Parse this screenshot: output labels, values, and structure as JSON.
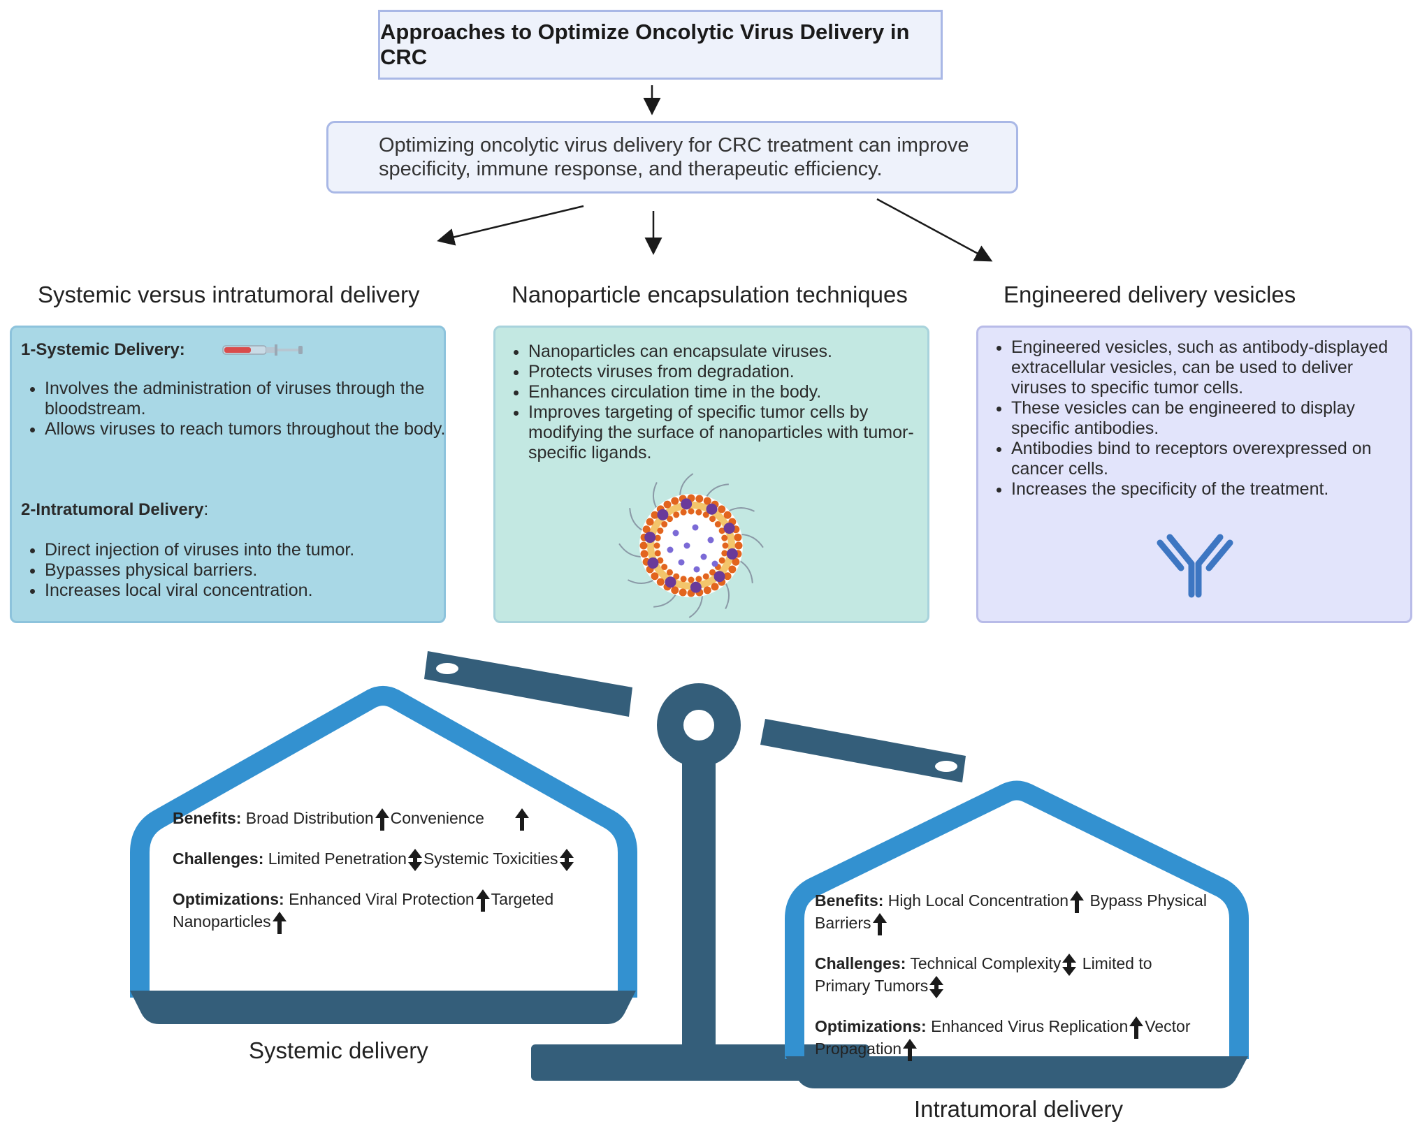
{
  "title": "Approaches to Optimize Oncolytic Virus Delivery in CRC",
  "summary": {
    "line1": "Optimizing oncolytic virus delivery for CRC treatment can improve",
    "line2": "specificity, immune response, and therapeutic efficiency."
  },
  "columns": {
    "systemic_vs_intratumoral": {
      "heading": "Systemic versus intratumoral delivery",
      "systemic_title": "1-Systemic Delivery:",
      "systemic_items": [
        "Involves the administration of viruses through the bloodstream.",
        "Allows viruses to reach tumors throughout the body."
      ],
      "intratumoral_title": "2-Intratumoral Delivery",
      "intratumoral_colon": ":",
      "intratumoral_items": [
        "Direct injection of viruses into the tumor.",
        "Bypasses physical barriers.",
        "Increases local viral concentration."
      ]
    },
    "nanoparticle": {
      "heading": "Nanoparticle encapsulation techniques",
      "items": [
        "Nanoparticles can encapsulate viruses.",
        "Protects viruses from degradation.",
        "Enhances circulation time in the body.",
        "Improves targeting of specific tumor cells by modifying the surface of nanoparticles with tumor-specific ligands."
      ]
    },
    "vesicles": {
      "heading": "Engineered delivery vesicles",
      "items": [
        "Engineered vesicles, such as antibody-displayed extracellular vesicles, can be used to deliver viruses to specific tumor cells.",
        "These vesicles can be engineered to display specific antibodies.",
        "Antibodies bind to receptors overexpressed on cancer cells.",
        "Increases the specificity of the treatment."
      ]
    }
  },
  "scale": {
    "left": {
      "label": "Systemic delivery",
      "benefits_label": "Benefits:",
      "benefits_a": "Broad Distribution",
      "benefits_b": "Convenience",
      "challenges_label": "Challenges:",
      "challenges_a": "Limited Penetration",
      "challenges_b": "Systemic Toxicities",
      "optimizations_label": "Optimizations:",
      "optimizations_a": "Enhanced Viral Protection",
      "optimizations_b1": "Targeted",
      "optimizations_b2": "Nanoparticles"
    },
    "right": {
      "label": "Intratumoral delivery",
      "benefits_label": "Benefits:",
      "benefits_a": "High Local Concentration",
      "benefits_b1": "Bypass Physical",
      "benefits_b2": "Barriers",
      "challenges_label": "Challenges:",
      "challenges_a": "Technical Complexity",
      "challenges_b1": "Limited to",
      "challenges_b2": "Primary Tumors",
      "optimizations_label": "Optimizations:",
      "optimizations_a": "Enhanced Virus Replication",
      "optimizations_b1": "Vector",
      "optimizations_b2": "Propagation"
    }
  },
  "colors": {
    "box_border": "#a9b8e6",
    "box_fill": "#eef2fb",
    "card_systemic": "#a9d8e6",
    "card_nano": "#c3e8e2",
    "card_vesicle": "#e2e4fb",
    "scale_dark": "#345e7a",
    "house_blue": "#3391d0",
    "antibody_blue": "#3d76c2",
    "arrow": "#1a1a1a"
  }
}
